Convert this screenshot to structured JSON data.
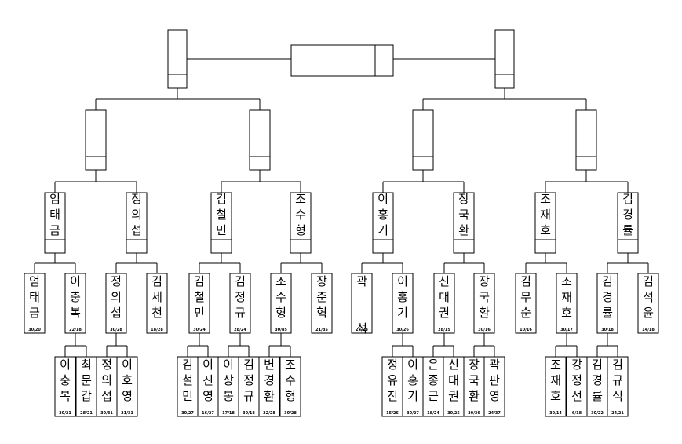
{
  "final": {},
  "finalists": [
    {
      "name": ""
    },
    {
      "name": ""
    }
  ],
  "semifinalists": [
    {
      "name": ""
    },
    {
      "name": ""
    },
    {
      "name": ""
    },
    {
      "name": ""
    }
  ],
  "quarterfinalists": [
    {
      "name": "엄태금"
    },
    {
      "name": "정의섭"
    },
    {
      "name": "김철민"
    },
    {
      "name": "조수형"
    },
    {
      "name": "이홍기"
    },
    {
      "name": "장국환"
    },
    {
      "name": "조재호"
    },
    {
      "name": "김경률"
    }
  ],
  "round_of_16": [
    {
      "name": "엄태금",
      "score": "30/20"
    },
    {
      "name": "이충복",
      "score": "22/18"
    },
    {
      "name": "정의섭",
      "score": "30/28"
    },
    {
      "name": "김세천",
      "score": "18/28"
    },
    {
      "name": "김철민",
      "score": "30/24"
    },
    {
      "name": "김정규",
      "score": "28/24"
    },
    {
      "name": "조수형",
      "score": "30/85"
    },
    {
      "name": "장준혁",
      "score": "21/85"
    },
    {
      "name": "곽  석",
      "score": "27/28"
    },
    {
      "name": "이홍기",
      "score": "30/26"
    },
    {
      "name": "신대권",
      "score": "28/15"
    },
    {
      "name": "장국환",
      "score": "30/16"
    },
    {
      "name": "김무순",
      "score": "10/16"
    },
    {
      "name": "조재호",
      "score": "30/17"
    },
    {
      "name": "김경률",
      "score": "30/18"
    },
    {
      "name": "김석윤",
      "score": "14/18"
    }
  ],
  "round_of_32": [
    {
      "name": "이충복",
      "score": "30/21"
    },
    {
      "name": "최문갑",
      "score": "28/21"
    },
    {
      "name": "정의섭",
      "score": "30/31"
    },
    {
      "name": "이호영",
      "score": "21/31"
    },
    {
      "name": "김철민",
      "score": "30/27"
    },
    {
      "name": "이진영",
      "score": "16/27"
    },
    {
      "name": "이상봉",
      "score": "17/18"
    },
    {
      "name": "김정규",
      "score": "30/18"
    },
    {
      "name": "변경환",
      "score": "22/28"
    },
    {
      "name": "조수형",
      "score": "30/28"
    },
    {
      "name": "정유진",
      "score": "15/26"
    },
    {
      "name": "이홍기",
      "score": "30/27"
    },
    {
      "name": "은종근",
      "score": "18/24"
    },
    {
      "name": "신대권",
      "score": "30/25"
    },
    {
      "name": "장국환",
      "score": "30/36"
    },
    {
      "name": "곽판영",
      "score": "24/37"
    },
    {
      "name": "조재호",
      "score": "30/14"
    },
    {
      "name": "강정선",
      "score": "6/18"
    },
    {
      "name": "김경률",
      "score": "30/22"
    },
    {
      "name": "김규식",
      "score": "24/21"
    }
  ]
}
